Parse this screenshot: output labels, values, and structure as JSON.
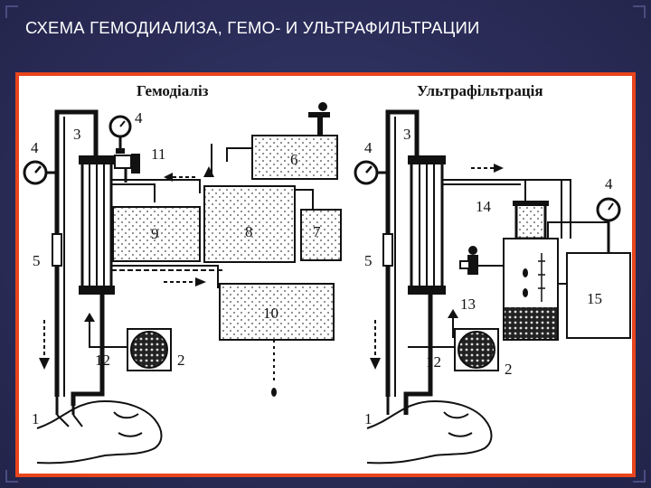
{
  "slide": {
    "title": "СХЕМА ГЕМОДИАЛИЗА, ГЕМО- И УЛЬТРАФИЛЬТРАЦИИ"
  },
  "diagram": {
    "left_panel": {
      "title": "Гемодіаліз",
      "labels": [
        "1",
        "2",
        "3",
        "4",
        "4",
        "5",
        "6",
        "7",
        "8",
        "9",
        "10",
        "11",
        "12"
      ]
    },
    "right_panel": {
      "title": "Ультрафільтрація",
      "labels": [
        "1",
        "2",
        "3",
        "4",
        "4",
        "5",
        "12",
        "13",
        "14",
        "15"
      ]
    }
  }
}
